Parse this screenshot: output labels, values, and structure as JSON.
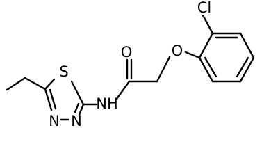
{
  "atoms": {
    "chlorine": "Cl",
    "ether_oxygen": "O",
    "carbonyl_oxygen": "O",
    "amide_nitrogen": "NH",
    "thiadiazole_sulfur": "S",
    "thiadiazole_n1": "N",
    "thiadiazole_n2": "N"
  }
}
